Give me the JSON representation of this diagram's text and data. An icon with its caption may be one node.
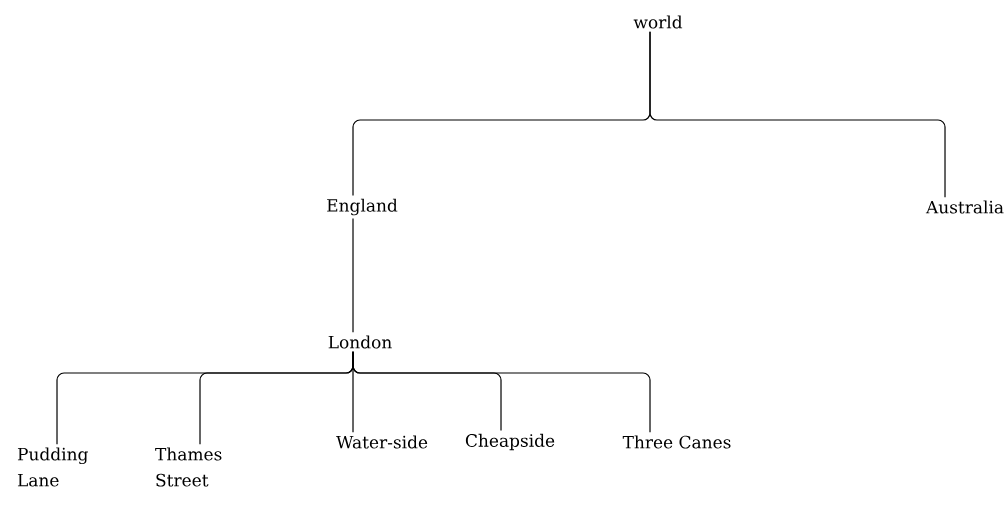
{
  "diagram": {
    "nodes": [
      {
        "text": [
          "world"
        ]
      },
      {
        "text": [
          "England"
        ]
      },
      {
        "text": [
          "Australia"
        ]
      },
      {
        "text": [
          "London"
        ]
      },
      {
        "text": [
          "Pudding Lane"
        ]
      },
      {
        "text": [
          "Thames Street"
        ]
      },
      {
        "text": [
          "Water-side"
        ]
      },
      {
        "text": [
          "Cheapside"
        ]
      },
      {
        "text": [
          "Three Canes"
        ]
      }
    ],
    "edges": [
      {
        "from": 0,
        "to": 1,
        "arrow": "none"
      },
      {
        "from": 0,
        "to": 2,
        "arrow": "none"
      },
      {
        "from": 1,
        "to": 3,
        "arrow": "none"
      },
      {
        "from": 3,
        "to": 4,
        "arrow": "none"
      },
      {
        "from": 3,
        "to": 5,
        "arrow": "none"
      },
      {
        "from": 3,
        "to": 6,
        "arrow": "none"
      },
      {
        "from": 3,
        "to": 7,
        "arrow": "none"
      },
      {
        "from": 3,
        "to": 8,
        "arrow": "none"
      }
    ]
  }
}
